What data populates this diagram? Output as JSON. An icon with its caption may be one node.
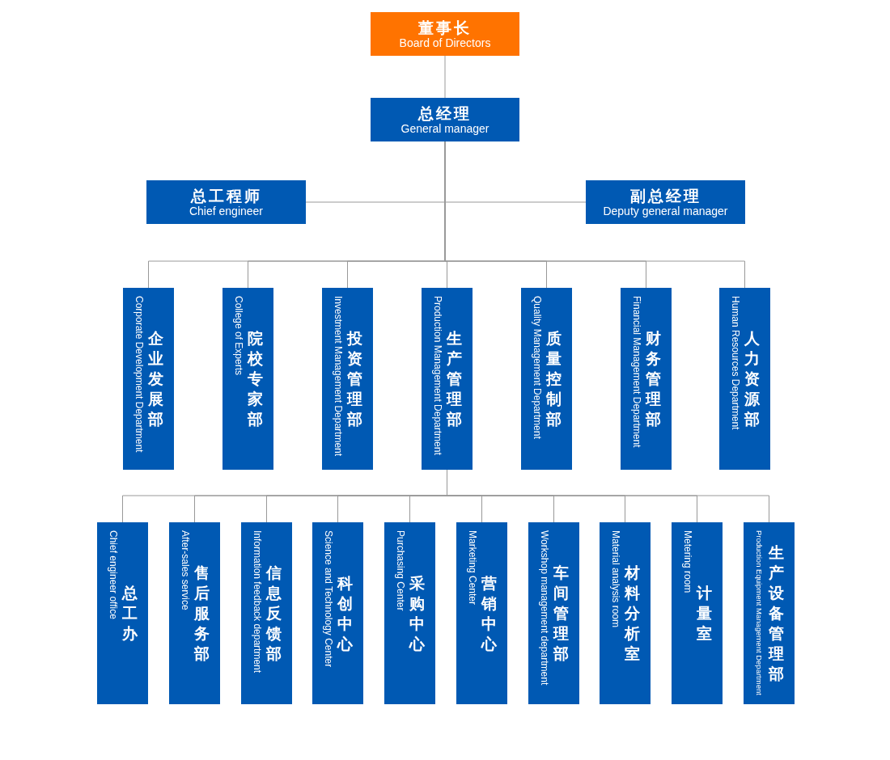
{
  "diagram": {
    "nodes": [
      {
        "text": [
          "董事长",
          "Board of Directors"
        ]
      },
      {
        "text": [
          "总经理",
          "General manager"
        ]
      },
      {
        "text": [
          "总工程师",
          "Chief engineer"
        ]
      },
      {
        "text": [
          "副总经理",
          "Deputy general manager"
        ]
      },
      {
        "text": [
          "企业发展部",
          "Corporate Development Department"
        ]
      },
      {
        "text": [
          "院校专家部",
          "College of Experts"
        ]
      },
      {
        "text": [
          "投资管理部",
          "Investment Management Department"
        ]
      },
      {
        "text": [
          "生产管理部",
          "Production Management Department"
        ]
      },
      {
        "text": [
          "质量控制部",
          "Quality Management Department"
        ]
      },
      {
        "text": [
          "财务管理部",
          "Financial Management Department"
        ]
      },
      {
        "text": [
          "人力资源部",
          "Human Resources Department"
        ]
      },
      {
        "text": [
          "总工办",
          "Chief engineer office"
        ]
      },
      {
        "text": [
          "售后服务部",
          "After-sales service"
        ]
      },
      {
        "text": [
          "信息反馈部",
          "Information feedback department"
        ]
      },
      {
        "text": [
          "科创中心",
          "Science and Technology Center"
        ]
      },
      {
        "text": [
          "采购中心",
          "Purchasing Center"
        ]
      },
      {
        "text": [
          "营销中心",
          "Marketing Center"
        ]
      },
      {
        "text": [
          "车间管理部",
          "Workshop management department"
        ]
      },
      {
        "text": [
          "材料分析室",
          "Material analysis room"
        ]
      },
      {
        "text": [
          "计量室",
          "Metering room"
        ]
      },
      {
        "text": [
          "生产设备管理部",
          "Production Equipment Management Department"
        ]
      }
    ],
    "edges": [
      {
        "from": 0,
        "to": 1,
        "arrow": "none"
      },
      {
        "from": 1,
        "to": 2,
        "arrow": "none"
      },
      {
        "from": 1,
        "to": 3,
        "arrow": "none"
      },
      {
        "from": 1,
        "to": 4,
        "arrow": "none"
      },
      {
        "from": 1,
        "to": 5,
        "arrow": "none"
      },
      {
        "from": 1,
        "to": 6,
        "arrow": "none"
      },
      {
        "from": 1,
        "to": 7,
        "arrow": "none"
      },
      {
        "from": 1,
        "to": 8,
        "arrow": "none"
      },
      {
        "from": 1,
        "to": 9,
        "arrow": "none"
      },
      {
        "from": 1,
        "to": 10,
        "arrow": "none"
      },
      {
        "from": 7,
        "to": 11,
        "arrow": "none"
      },
      {
        "from": 7,
        "to": 12,
        "arrow": "none"
      },
      {
        "from": 7,
        "to": 13,
        "arrow": "none"
      },
      {
        "from": 7,
        "to": 14,
        "arrow": "none"
      },
      {
        "from": 7,
        "to": 15,
        "arrow": "none"
      },
      {
        "from": 7,
        "to": 16,
        "arrow": "none"
      },
      {
        "from": 7,
        "to": 17,
        "arrow": "none"
      },
      {
        "from": 7,
        "to": 18,
        "arrow": "none"
      },
      {
        "from": 7,
        "to": 19,
        "arrow": "none"
      },
      {
        "from": 7,
        "to": 20,
        "arrow": "none"
      }
    ]
  }
}
